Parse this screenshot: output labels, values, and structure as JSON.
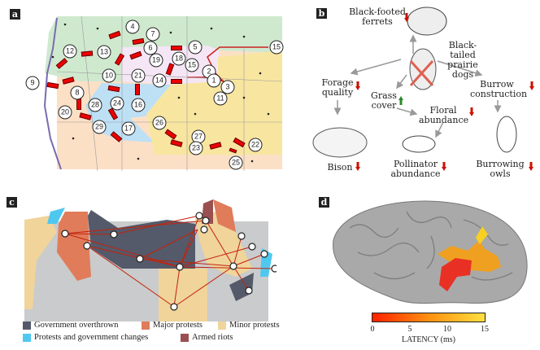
{
  "panel_a": {
    "tag": "a",
    "labels": [
      "4",
      "7",
      "5",
      "15",
      "12",
      "13",
      "6",
      "19",
      "18",
      "15",
      "2",
      "1",
      "3",
      "11",
      "10",
      "21",
      "14",
      "9",
      "8",
      "28",
      "24",
      "16",
      "20",
      "17",
      "29",
      "26",
      "27",
      "23",
      "22",
      "25"
    ]
  },
  "panel_b": {
    "tag": "b",
    "ferrets": "Black-footed ferrets",
    "prairie_dogs": "Black-tailed prairie dogs",
    "forage": "Forage quality",
    "grass": "Grass cover",
    "burrow": "Burrow construction",
    "floral": "Floral abundance",
    "bison": "Bison",
    "pollinator": "Pollinator abundance",
    "owls": "Burrowing owls",
    "colors": {
      "down": "#cc1100",
      "up": "#2a8a2a"
    }
  },
  "panel_c": {
    "tag": "c",
    "legend": [
      {
        "label": "Government overthrown",
        "color": "#545a6a"
      },
      {
        "label": "Major protests",
        "color": "#e07c5a"
      },
      {
        "label": "Minor protests",
        "color": "#f0d49a"
      },
      {
        "label": "Protests and government changes",
        "color": "#4fc8f0"
      },
      {
        "label": "Armed riots",
        "color": "#9a5050"
      }
    ]
  },
  "panel_d": {
    "tag": "d",
    "colorbar": {
      "ticks": [
        "0",
        "5",
        "10",
        "15"
      ],
      "label": "LATENCY (ms)",
      "min": 0,
      "max": 15
    }
  }
}
